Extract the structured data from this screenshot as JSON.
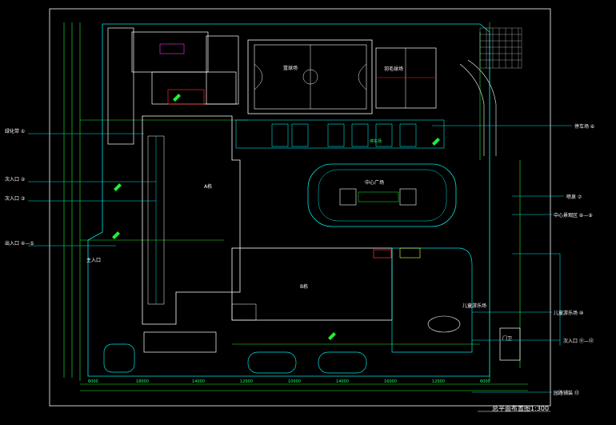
{
  "colors": {
    "background": "#000000",
    "border": "#ffffff",
    "wall": "#ffffff",
    "dimension": "#22ee33",
    "leader": "#00e5e5",
    "accent_red": "#ff2222",
    "accent_magenta": "#cc33cc",
    "accent_yellow": "#ffff33",
    "accent_blue": "#3366ff"
  },
  "drawing": {
    "title": "总平面布置图1:300"
  },
  "labels": {
    "court_basketball": "篮球场",
    "court_badminton": "羽毛球场",
    "building_a": "A栋",
    "building_b": "B栋",
    "entrance": "主入口",
    "parking": "停车场",
    "plaza": "中心广场",
    "playground": "儿童游乐场",
    "guard": "门卫"
  },
  "callouts_left": [
    {
      "text": "绿化带 ①"
    },
    {
      "text": "次入口 ②"
    },
    {
      "text": "次入口 ③"
    },
    {
      "text": "出入口 ④—⑤"
    }
  ],
  "callouts_right": [
    {
      "text": "停车场 ⑥"
    },
    {
      "text": "喷泉 ⑦"
    },
    {
      "text": "中心景观区 ⑧—⑨"
    },
    {
      "text": "儿童游乐场 ⑩"
    },
    {
      "text": "次入口 ⑪—⑫"
    },
    {
      "text": "园路铺装 ⑬"
    }
  ],
  "dims_bottom": [
    "6000",
    "18000",
    "14000",
    "12000",
    "10000",
    "14000",
    "16000",
    "12000",
    "6000"
  ]
}
